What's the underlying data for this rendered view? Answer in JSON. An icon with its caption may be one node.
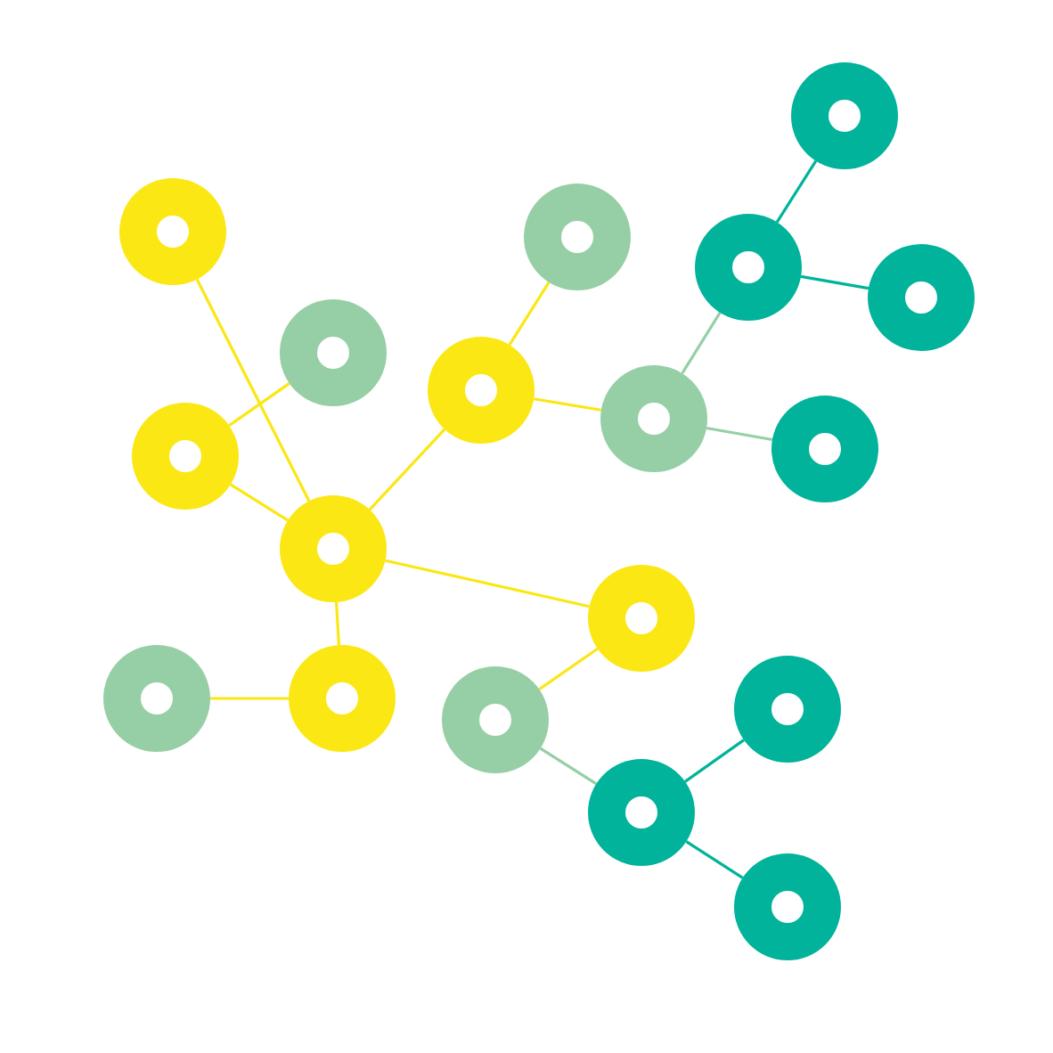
{
  "diagram": {
    "nodes": [
      {
        "text": [],
        "shape": "circle"
      },
      {
        "text": [],
        "shape": "circle"
      },
      {
        "text": [],
        "shape": "circle"
      },
      {
        "text": [],
        "shape": "circle"
      },
      {
        "text": [],
        "shape": "circle"
      },
      {
        "text": [],
        "shape": "circle"
      },
      {
        "text": [],
        "shape": "circle"
      },
      {
        "text": [],
        "shape": "circle"
      },
      {
        "text": [],
        "shape": "circle"
      },
      {
        "text": [],
        "shape": "circle"
      },
      {
        "text": [],
        "shape": "circle"
      },
      {
        "text": [],
        "shape": "circle"
      },
      {
        "text": [],
        "shape": "circle"
      },
      {
        "text": [],
        "shape": "circle"
      },
      {
        "text": [],
        "shape": "circle"
      },
      {
        "text": [],
        "shape": "circle"
      },
      {
        "text": [],
        "shape": "circle"
      },
      {
        "text": [],
        "shape": "circle"
      }
    ],
    "edges": [
      {
        "from": 1,
        "to": 10,
        "arrow": "none"
      },
      {
        "from": 9,
        "to": 5,
        "arrow": "none"
      },
      {
        "from": 9,
        "to": 10,
        "arrow": "none"
      },
      {
        "from": 10,
        "to": 6,
        "arrow": "none"
      },
      {
        "from": 10,
        "to": 11,
        "arrow": "none"
      },
      {
        "from": 10,
        "to": 13,
        "arrow": "none"
      },
      {
        "from": 12,
        "to": 13,
        "arrow": "none"
      },
      {
        "from": 6,
        "to": 2,
        "arrow": "none"
      },
      {
        "from": 6,
        "to": 7,
        "arrow": "none"
      },
      {
        "from": 7,
        "to": 3,
        "arrow": "none",
        "color": "#96cfa5"
      },
      {
        "from": 7,
        "to": 8,
        "arrow": "none",
        "color": "#96cfa5"
      },
      {
        "from": 3,
        "to": 0,
        "arrow": "none",
        "color": "#00b39a"
      },
      {
        "from": 3,
        "to": 4,
        "arrow": "none",
        "color": "#00b39a"
      },
      {
        "from": 11,
        "to": 15,
        "arrow": "none"
      },
      {
        "from": 15,
        "to": 16,
        "arrow": "none",
        "color": "#96cfa5"
      },
      {
        "from": 16,
        "to": 14,
        "arrow": "none",
        "color": "#00b39a"
      },
      {
        "from": 16,
        "to": 17,
        "arrow": "none",
        "color": "#00b39a"
      }
    ]
  }
}
